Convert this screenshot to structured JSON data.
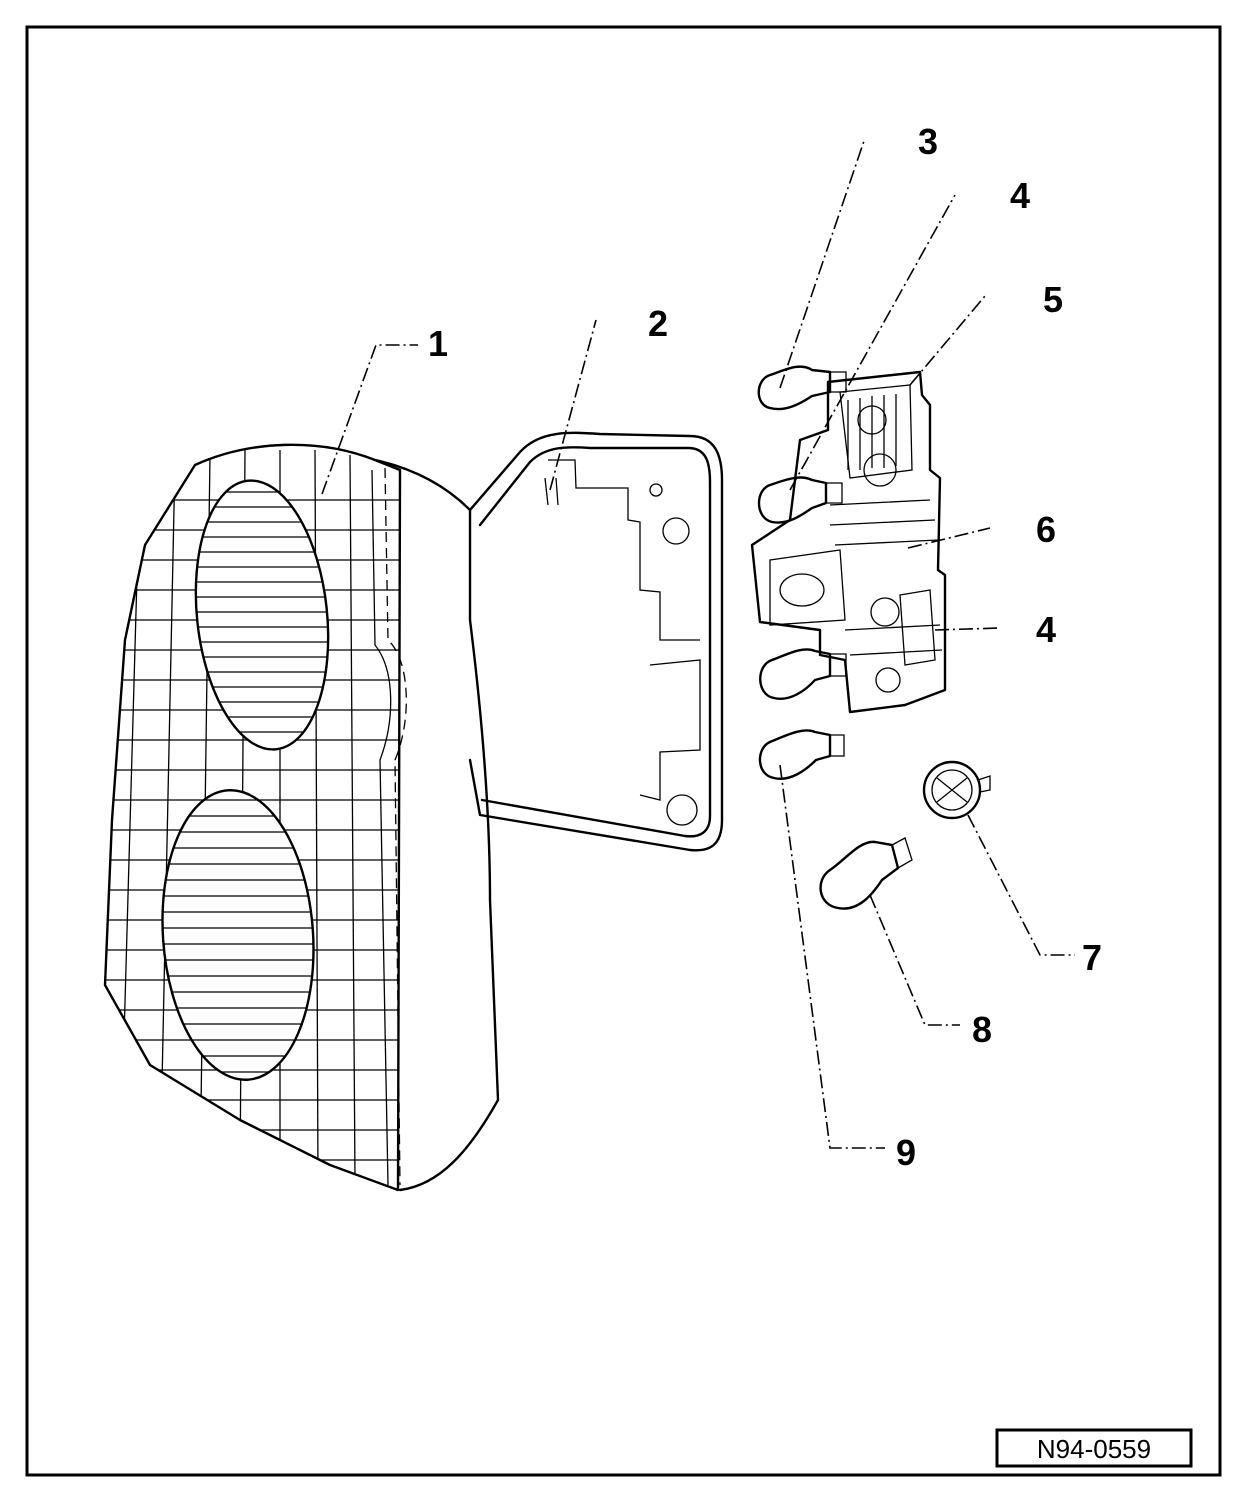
{
  "diagram": {
    "callouts": [
      "1",
      "2",
      "3",
      "4",
      "5",
      "6",
      "4",
      "7",
      "8",
      "9"
    ],
    "figure_code": "N94-0559"
  }
}
